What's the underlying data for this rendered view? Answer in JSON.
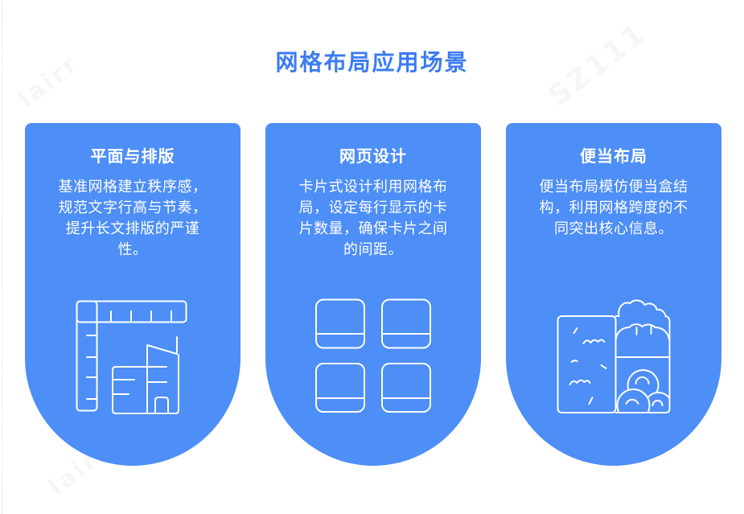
{
  "page": {
    "title": "网格布局应用场景",
    "background": "#ffffff",
    "accent_blue": "#3b7bf2",
    "card_blue": "#4d8ef7",
    "text_on_card": "#ffffff"
  },
  "watermark": {
    "fragments": {
      "a": "lairr",
      "b": "SZ111"
    }
  },
  "cards": [
    {
      "title": "平面与排版",
      "body": "基准网格建立秩序感，\n规范文字行高与节奏，\n提升长文排版的严谨\n性。",
      "icon": "ruler-building-icon"
    },
    {
      "title": "网页设计",
      "body": "卡片式设计利用网格布\n局，设定每行显示的卡\n片数量，确保卡片之间\n的间距。",
      "icon": "card-grid-icon"
    },
    {
      "title": "便当布局",
      "body": "便当布局模仿便当盒结\n构，利用网格跨度的不\n同突出核心信息。",
      "icon": "bento-box-icon"
    }
  ]
}
